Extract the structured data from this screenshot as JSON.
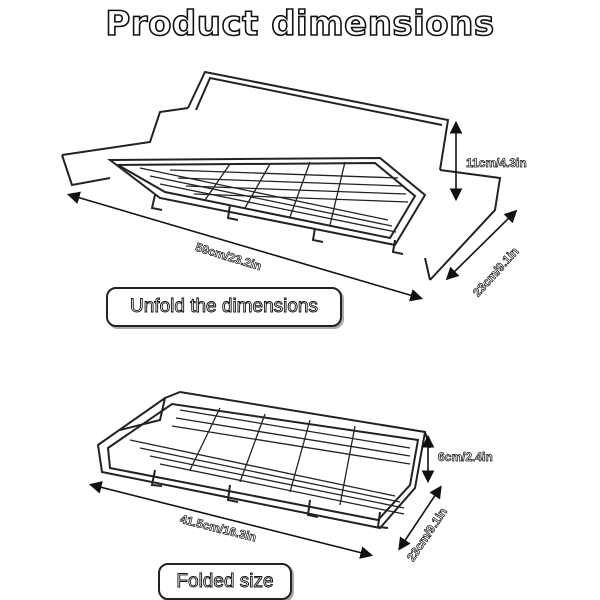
{
  "title": "Product dimensions",
  "unfolded": {
    "caption": "Unfold the dimensions",
    "length": "59cm/23.2in",
    "height": "11cm/4.3in",
    "depth": "23cm/9.1in"
  },
  "folded": {
    "caption": "Folded size",
    "length": "41.5cm/16.3in",
    "height": "6cm/2.4in",
    "depth": "23cm/9.1in"
  }
}
